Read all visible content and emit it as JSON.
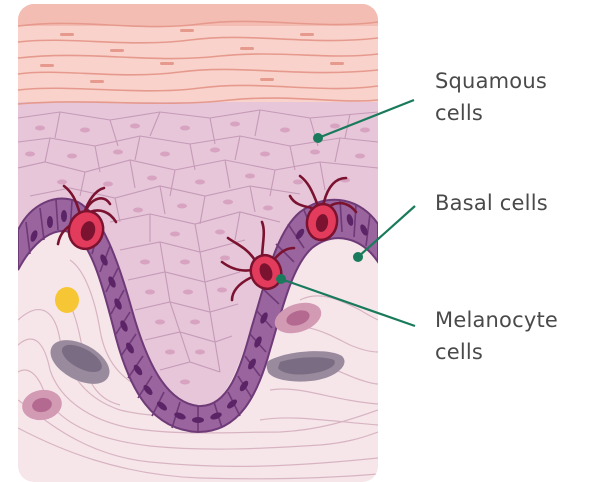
{
  "labels": {
    "squamous": {
      "line1": "Squamous",
      "line2": "cells"
    },
    "basal": {
      "line1": "Basal cells"
    },
    "melanocyte": {
      "line1": "Melanocyte",
      "line2": "cells"
    }
  },
  "colors": {
    "background": "#ffffff",
    "dermis": "#f6e6ea",
    "epidermis": "#e6c6d8",
    "cell_outline": "#c59ab7",
    "stratum_corneum": "#f9d2cb",
    "stratum_lines": "#e69a8e",
    "basal_fill": "#9a649e",
    "basal_outline": "#6e3a77",
    "basal_nucleus": "#5a2466",
    "melanocyte_fill": "#e23b5c",
    "melanocyte_outline": "#7a1230",
    "pointer_line": "#1a7a5c",
    "label_text": "#4a4a4a"
  }
}
